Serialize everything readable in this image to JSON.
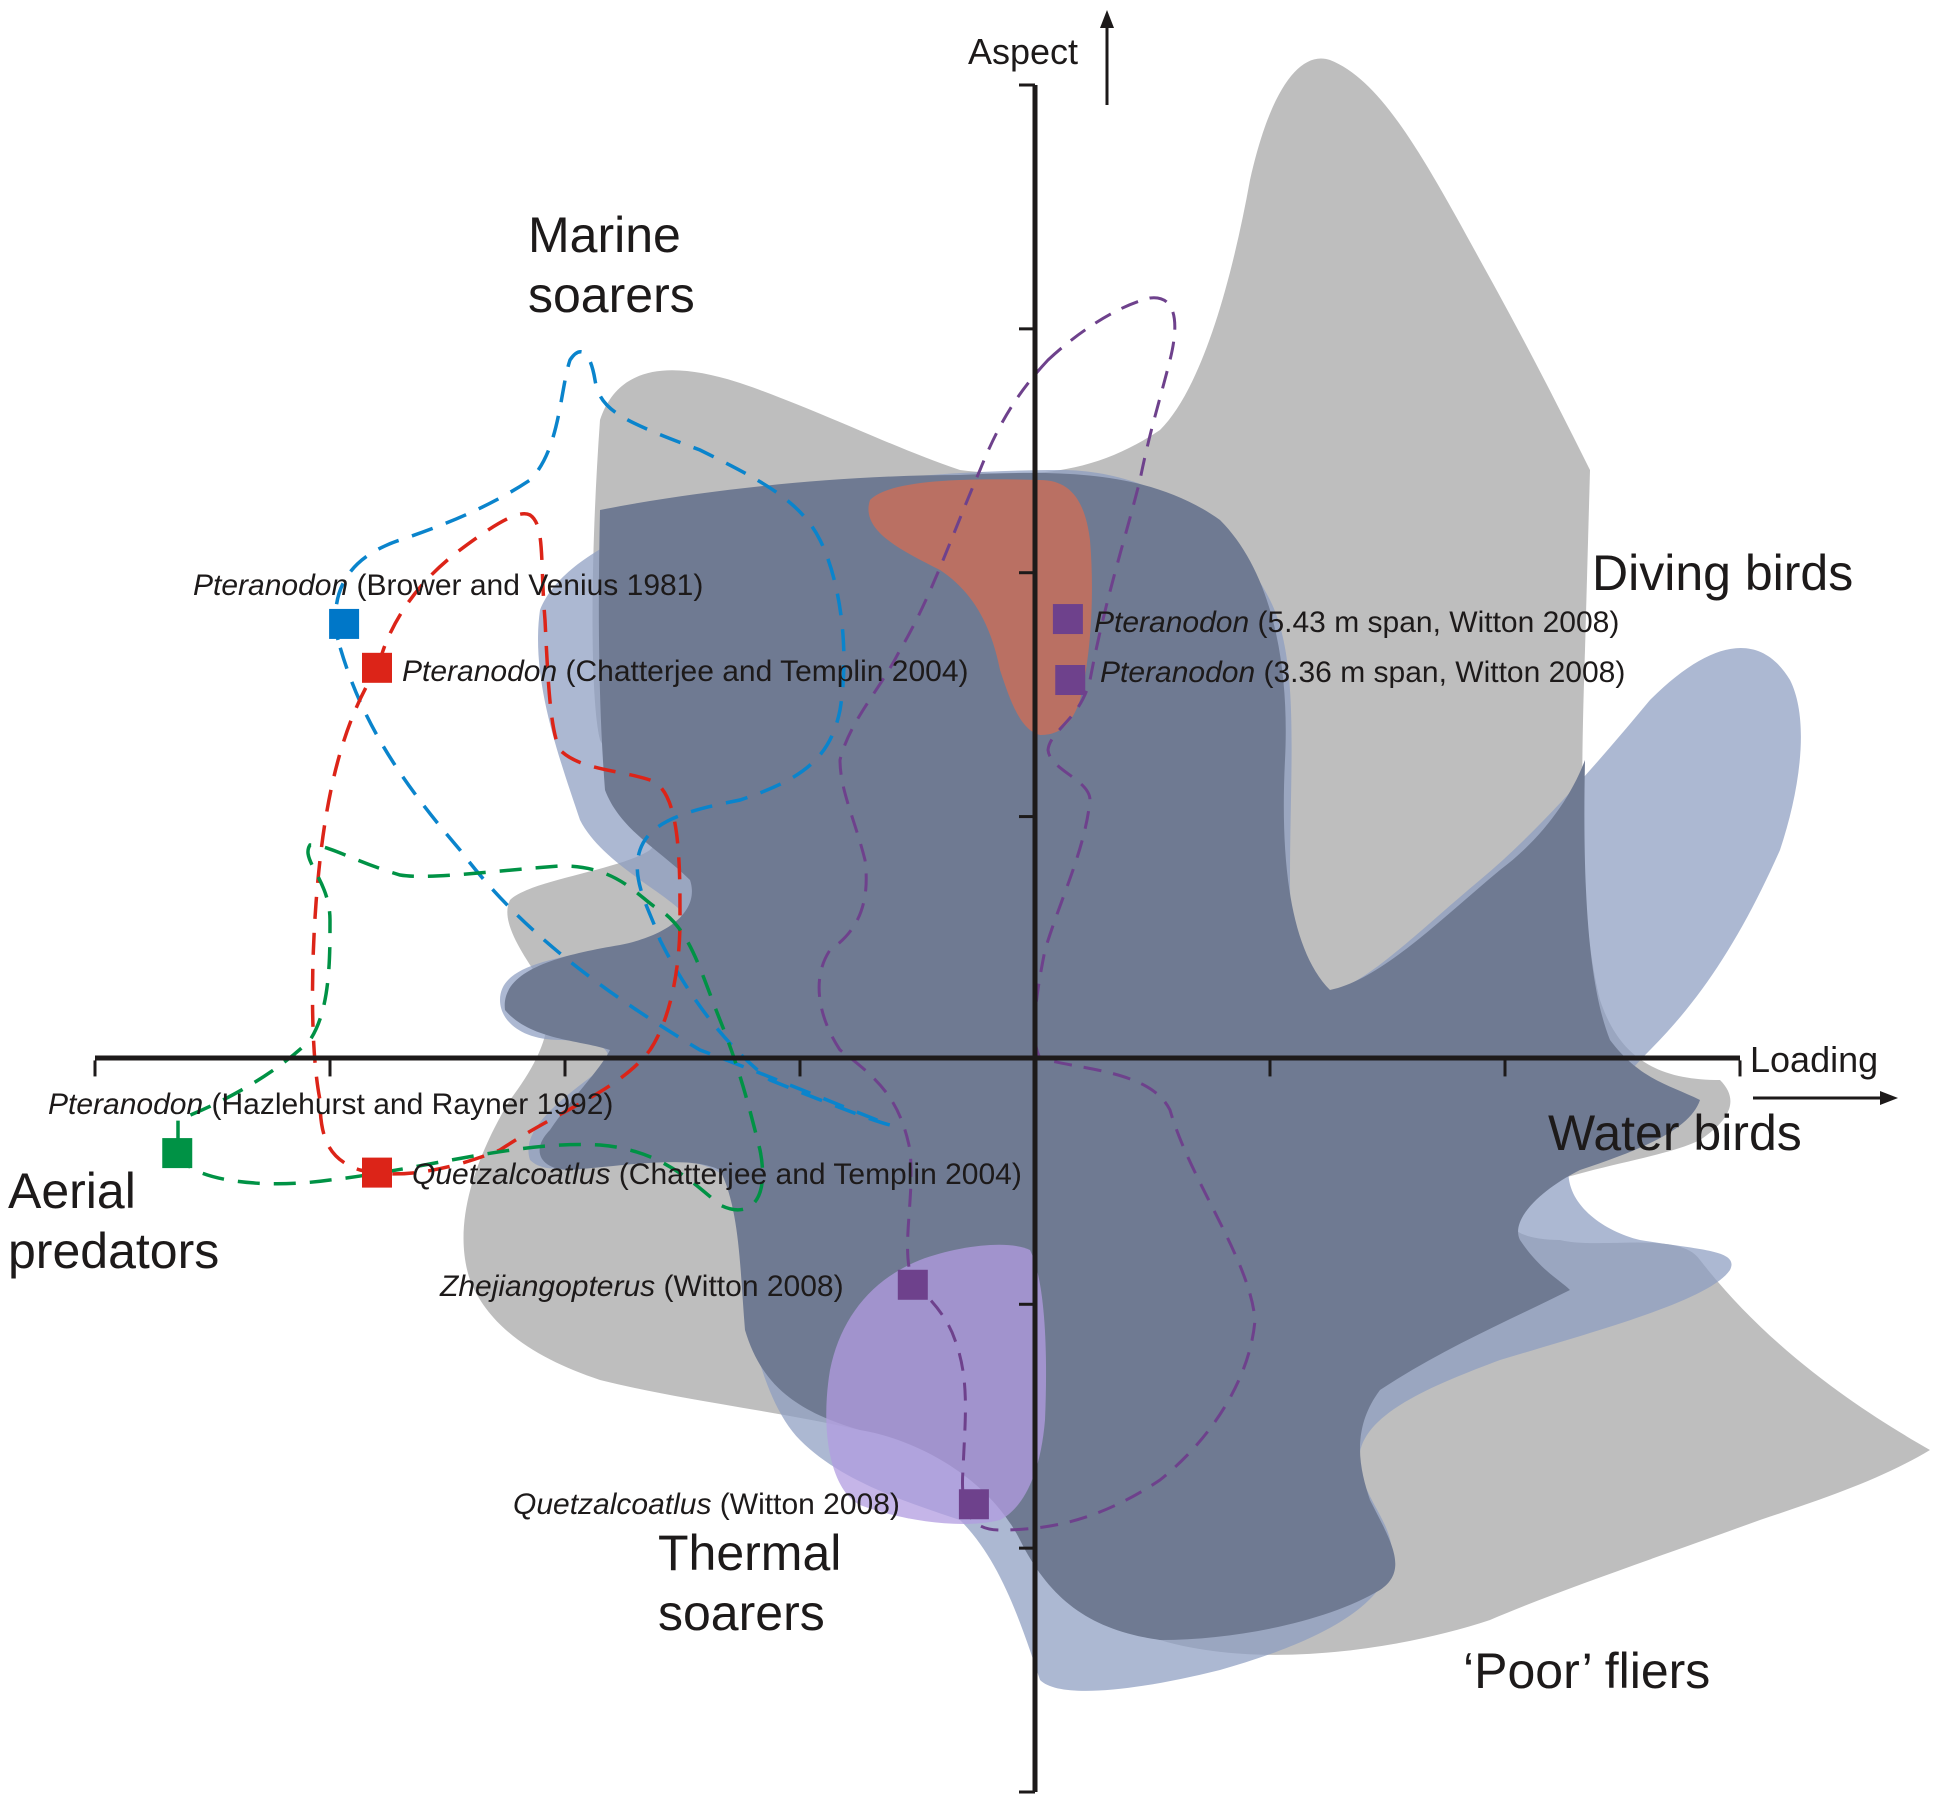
{
  "chart_data": {
    "type": "scatter",
    "title": "",
    "xlabel": "Loading",
    "ylabel": "Aspect",
    "xlim": [
      -4,
      3
    ],
    "ylim": [
      -3,
      4
    ],
    "grid": false,
    "tick_labels": false,
    "regions": [
      {
        "name": "Marine soarers",
        "label_lines": [
          "Marine",
          "soarers"
        ]
      },
      {
        "name": "Diving birds",
        "label_lines": [
          "Diving birds"
        ]
      },
      {
        "name": "Water birds",
        "label_lines": [
          "Water birds"
        ]
      },
      {
        "name": "Aerial predators",
        "label_lines": [
          "Aerial",
          "predators"
        ]
      },
      {
        "name": "Thermal soarers",
        "label_lines": [
          "Thermal",
          "soarers"
        ]
      },
      {
        "name": "Poor fliers",
        "label_lines": [
          "‘Poor’ fliers"
        ]
      }
    ],
    "region_colors": {
      "gray": "#bebebe",
      "blue": "#8c9dc0",
      "dark_overlap": "#6f7a92",
      "orange": "#c26f5e",
      "violet": "#b19ce0"
    },
    "points": [
      {
        "genus": "Pteranodon",
        "source": "(Brower and Venius 1981)",
        "x": -2.94,
        "y": 1.79,
        "color": "#0077c8"
      },
      {
        "genus": "Pteranodon",
        "source": "(Chatterjee and Templin 2004)",
        "x": -2.8,
        "y": 1.61,
        "color": "#dc2418"
      },
      {
        "genus": "Pteranodon",
        "source": "(Hazlehurst and Rayner 1992)",
        "x": -3.65,
        "y": -0.38,
        "color": "#009245"
      },
      {
        "genus": "Quetzalcoatlus",
        "source": "(Chatterjee and Templin 2004)",
        "x": -2.8,
        "y": -0.46,
        "color": "#dc2418"
      },
      {
        "genus": "Pteranodon",
        "source": "(5.43 m span, Witton 2008)",
        "x": 0.14,
        "y": 1.81,
        "color": "#6e418c"
      },
      {
        "genus": "Pteranodon",
        "source": "(3.36 m span, Witton 2008)",
        "x": 0.15,
        "y": 1.56,
        "color": "#6e418c"
      },
      {
        "genus": "Zhejiangopterus",
        "source": "(Witton 2008)",
        "x": -0.52,
        "y": -0.92,
        "color": "#6e418c"
      },
      {
        "genus": "Quetzalcoatlus",
        "source": "(Witton 2008)",
        "x": -0.26,
        "y": -1.82,
        "color": "#6e418c"
      }
    ],
    "envelopes": [
      {
        "name": "blue-dashed-envelope",
        "color": "#0a84cc"
      },
      {
        "name": "red-dashed-envelope",
        "color": "#dc2418"
      },
      {
        "name": "green-dashed-envelope",
        "color": "#009245"
      },
      {
        "name": "purple-dashed-envelope",
        "color": "#6e418c"
      }
    ]
  }
}
